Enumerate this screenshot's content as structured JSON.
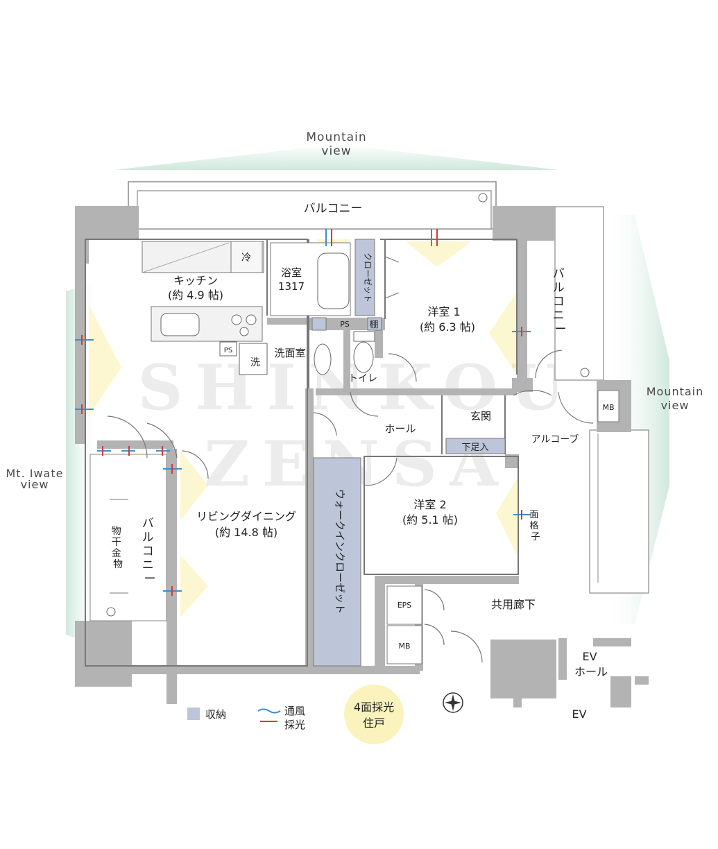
{
  "views": {
    "top": [
      "Mountain",
      "view"
    ],
    "right": [
      "Mountain",
      "view"
    ],
    "left": [
      "Mt. Iwate",
      "view"
    ]
  },
  "watermark": [
    "SHINKOU",
    "ZENSA"
  ],
  "rooms": {
    "balcony_top": "バルコニー",
    "balcony_right": [
      "バ",
      "ル",
      "コ",
      "ニ",
      "ー"
    ],
    "balcony_left": [
      "バ",
      "ル",
      "コ",
      "ニ",
      "ー"
    ],
    "laundry_rack": [
      "物",
      "干",
      "金",
      "物"
    ],
    "fridge": "冷",
    "kitchen": [
      "キッチン",
      "(約 4.9 帖)"
    ],
    "bath": [
      "浴室",
      "1317"
    ],
    "closet": "クローゼット",
    "shelf": "棚",
    "ps": "PS",
    "ps_kitchen": "PS",
    "washer": "洗",
    "washroom": "洗面室",
    "toilet": "トイレ",
    "western1": [
      "洋室 1",
      "(約 6.3 帖)"
    ],
    "western2": [
      "洋室 2",
      "(約 5.1 帖)"
    ],
    "entrance": "玄関",
    "shoe_storage": "下足入",
    "hall": "ホール",
    "alcove": "アルコーブ",
    "mb_right": "MB",
    "mb_lower": "MB",
    "eps": "EPS",
    "lattice": [
      "面",
      "格",
      "子"
    ],
    "living": [
      "リビングダイニング",
      "(約 14.8 帖)"
    ],
    "walkin": "ウォークインクローゼット",
    "corridor": "共用廊下",
    "ev_hall": [
      "EV",
      "ホール"
    ],
    "ev": "EV"
  },
  "legend": {
    "storage": "収納",
    "ventilation": "通風",
    "daylight": "採光",
    "badge": [
      "4面採光",
      "住戸"
    ]
  },
  "colors": {
    "wall": "#b3b3b3",
    "storage": "#bcc6d8",
    "view_fan": "#dcefe6",
    "light_fan": "#fbf6c8",
    "badge": "#fbf3bd",
    "vent_blue": "#3a8fd0",
    "light_red": "#d33a3a"
  }
}
